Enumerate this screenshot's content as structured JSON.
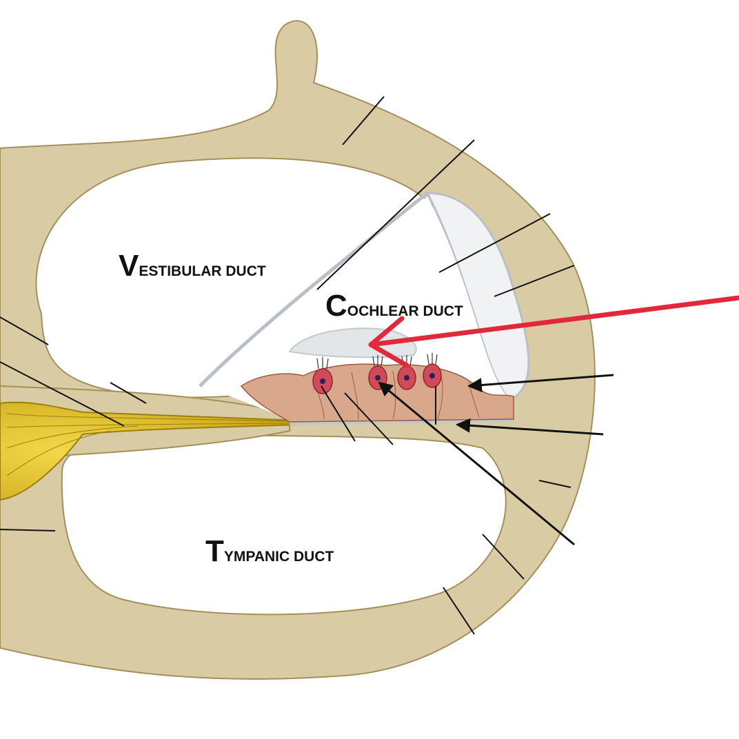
{
  "labels": {
    "vestibular": {
      "initial": "V",
      "rest": "ESTIBULAR DUCT"
    },
    "cochlear": {
      "initial": "C",
      "rest": "OCHLEAR DUCT"
    },
    "tympanic": {
      "initial": "T",
      "rest": "YMPANIC DUCT"
    }
  },
  "colors": {
    "bone": "#d9cca5",
    "bone_edge": "#a38f5a",
    "membrane": "#c9cfd4",
    "nerve": "#e4c21a",
    "organ_tissue": "#c98a6a",
    "hair_cell": "#d04b57",
    "pointer_arrow": "#e02a3c",
    "leader_line": "#111111"
  },
  "icons": {
    "pointer": "red-arrow-icon",
    "leader_arrows": "black-arrow-icon"
  }
}
